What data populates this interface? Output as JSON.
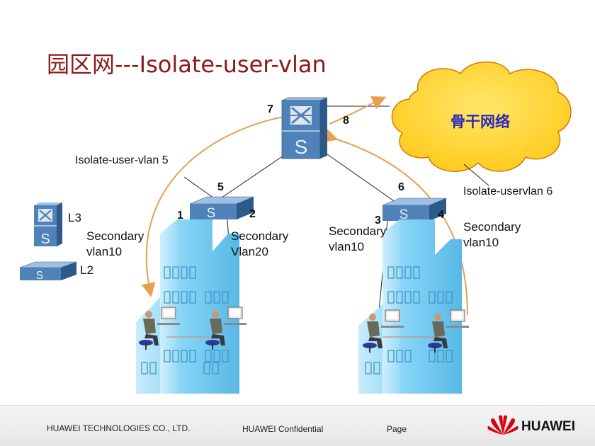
{
  "title": "园区网---Isolate-user-vlan",
  "cloud_label": "骨干网络",
  "numbers": {
    "n1": "1",
    "n2": "2",
    "n3": "3",
    "n4": "4",
    "n5": "5",
    "n6": "6",
    "n7": "7",
    "n8": "8"
  },
  "labels": {
    "isolate_user_vlan_5": "Isolate-user-vlan 5",
    "isolate_uservlan_6": "Isolate-uservlan 6",
    "l3": "L3",
    "l2": "L2",
    "secondary_vlan10_left_1": "Secondary",
    "secondary_vlan10_left_2": "vlan10",
    "secondary_vlan20_1": "Secondary",
    "secondary_vlan20_2": "Vlan20",
    "secondary_vlan10_mid_1": "Secondary",
    "secondary_vlan10_mid_2": "vlan10",
    "secondary_vlan10_right_1": "Secondary",
    "secondary_vlan10_right_2": "vlan10"
  },
  "switch_letter": "S",
  "footer": {
    "company": "HUAWEI TECHNOLOGIES CO., LTD.",
    "confidential": "HUAWEI Confidential",
    "page": "Page",
    "logo": "HUAWEI"
  },
  "colors": {
    "title": "#8b1a1a",
    "cloud_fill": "#ffd840",
    "cloud_stroke": "#d87800",
    "arc": "#e8a050",
    "switch_blue": "#4f82b8",
    "building": "#80d0f4",
    "logo_red": "#d7000f"
  },
  "icons": [
    "l3-switch-icon",
    "router-switch-icon",
    "l2-switch-icon",
    "cloud-icon",
    "building-icon",
    "user-workstation-icon",
    "huawei-logo-icon"
  ]
}
